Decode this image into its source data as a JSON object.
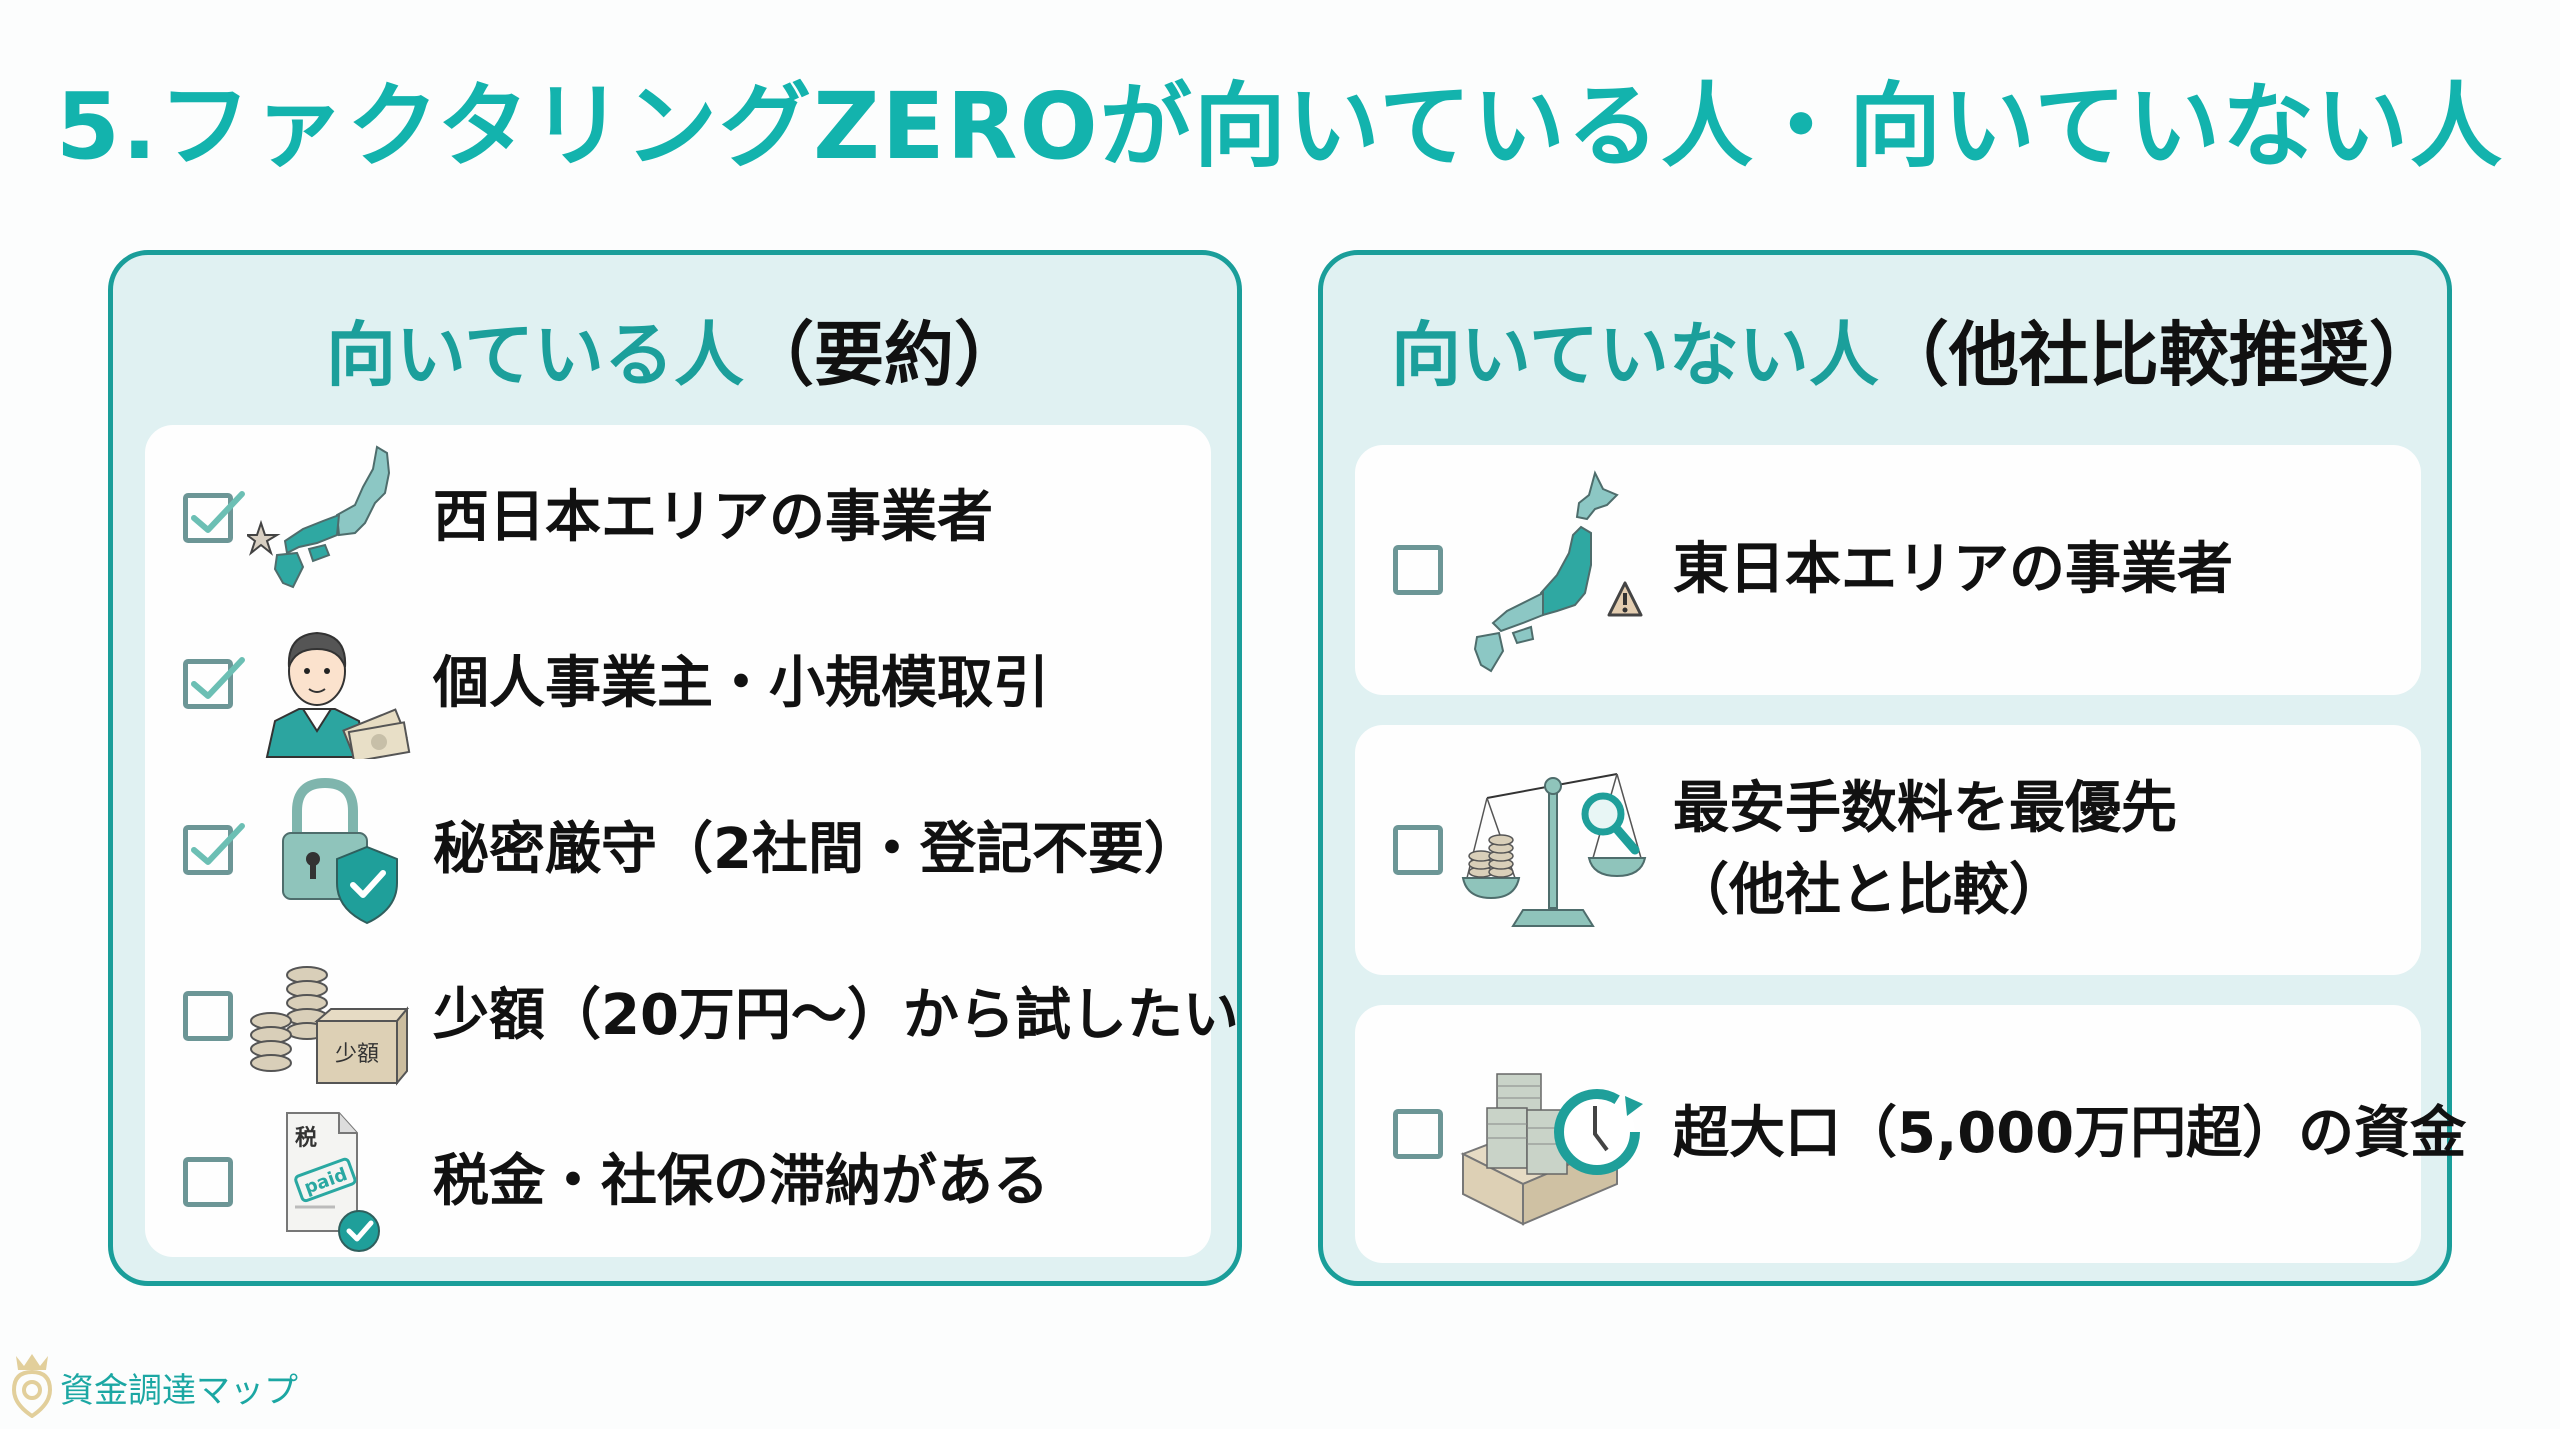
{
  "title": "5.ファクタリングZEROが向いている人・向いていない人",
  "colors": {
    "accent": "#13b3ad",
    "border": "#1a9e9a",
    "card_bg": "#e0f1f2",
    "panel_bg": "#fefefe",
    "checkbox": "#6c9696",
    "check_mark": "#6cbfb4",
    "text": "#111111"
  },
  "suitable": {
    "heading_main": "向いている人",
    "heading_paren": "（要約）",
    "items": [
      {
        "label": "西日本エリアの事業者",
        "checked": true,
        "icon": "west-japan-map-icon"
      },
      {
        "label": "個人事業主・小規模取引",
        "checked": true,
        "icon": "businessman-with-cash-icon"
      },
      {
        "label": "秘密厳守（2社間・登記不要）",
        "checked": true,
        "icon": "lock-shield-icon"
      },
      {
        "label": "少額（20万円〜）から試したい",
        "checked": false,
        "icon": "coins-box-icon",
        "icon_text": "少額"
      },
      {
        "label": "税金・社保の滞納がある",
        "checked": false,
        "icon": "tax-paid-document-icon",
        "icon_text_top": "税",
        "icon_text_stamp": "paid"
      }
    ]
  },
  "unsuitable": {
    "heading_main": "向いていない人",
    "heading_paren": "（他社比較推奨）",
    "items": [
      {
        "label": "東日本エリアの事業者",
        "checked": false,
        "icon": "east-japan-map-warning-icon"
      },
      {
        "label_line1": "最安手数料を最優先",
        "label_line2": "（他社と比較）",
        "checked": false,
        "icon": "scale-magnifier-icon"
      },
      {
        "label": "超大口（5,000万円超）の資金",
        "checked": false,
        "icon": "cash-pallet-clock-icon"
      }
    ]
  },
  "footer": {
    "brand": "資金調達マップ",
    "logo": "crown-pin-logo-icon"
  }
}
